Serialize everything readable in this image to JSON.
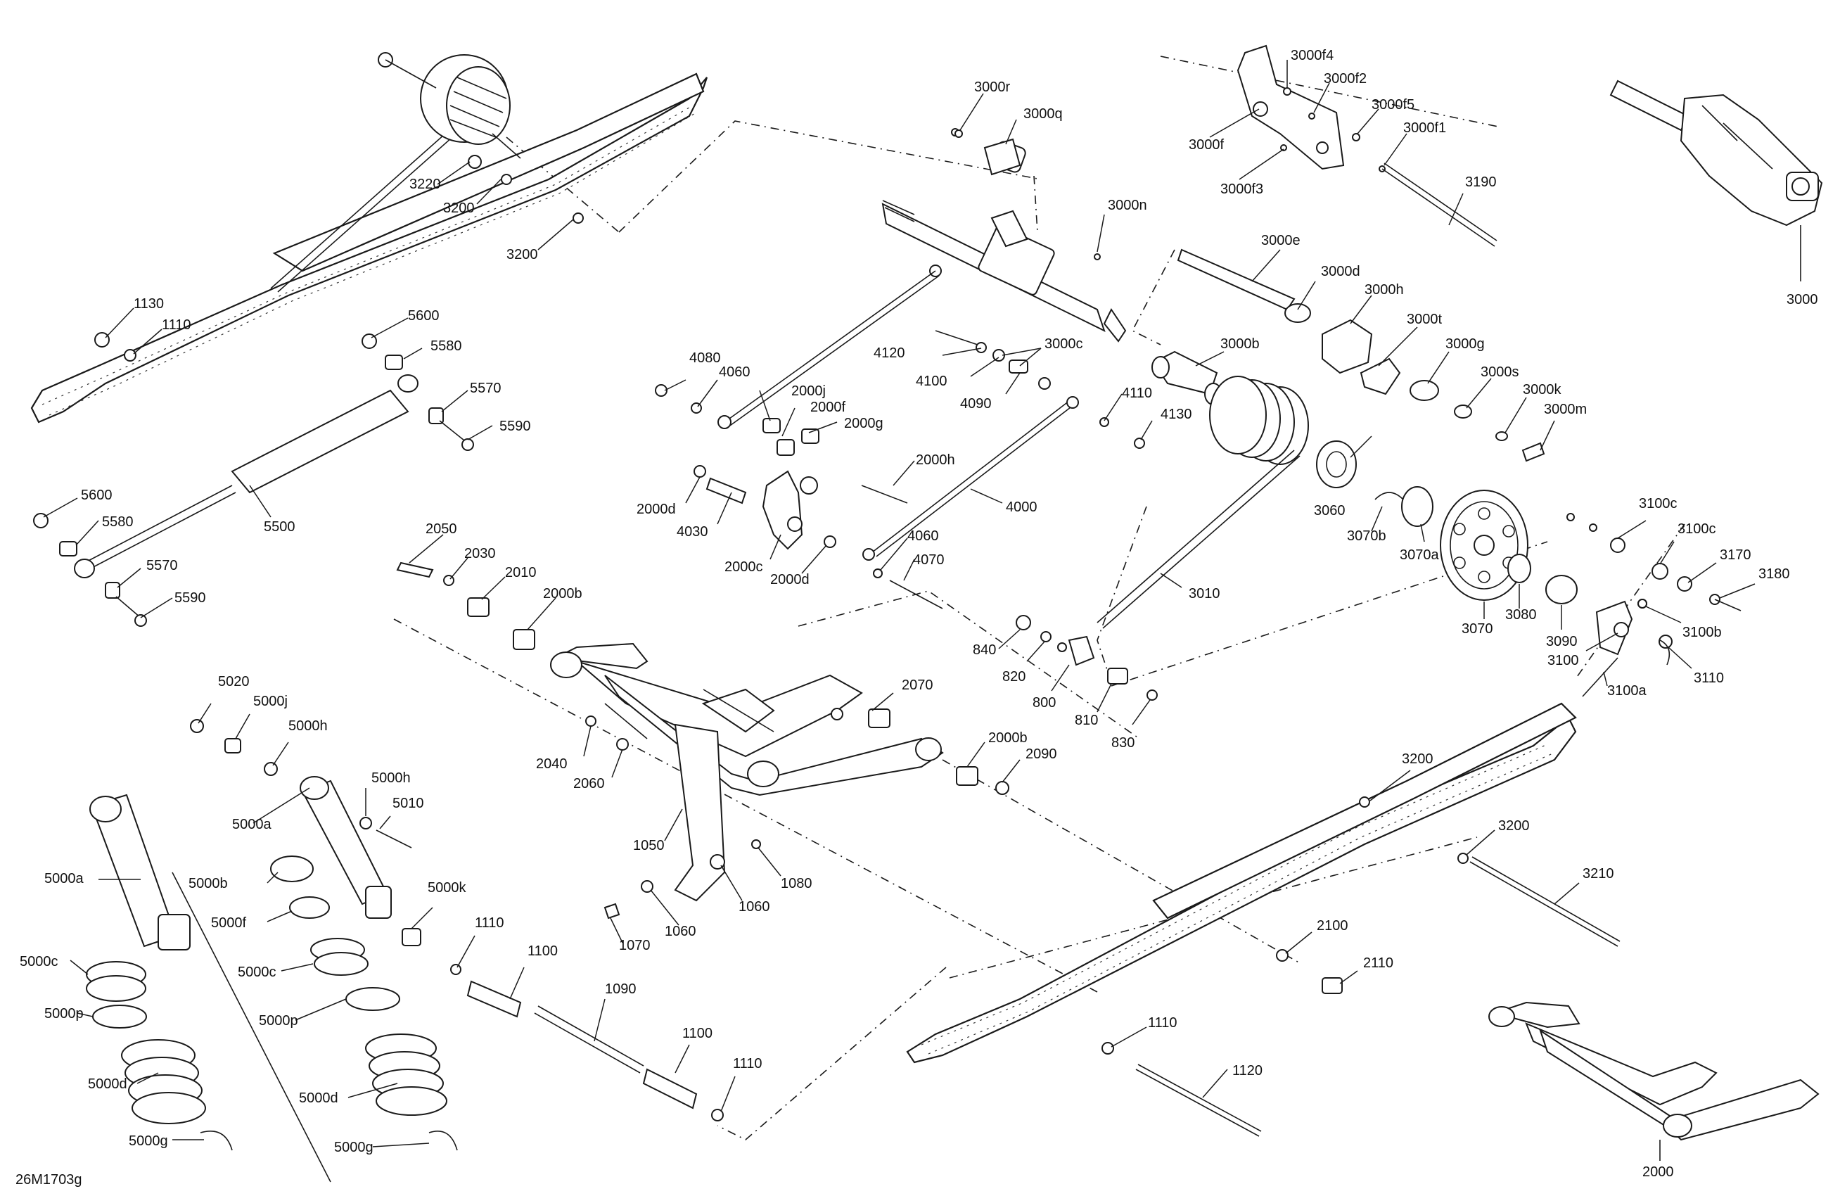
{
  "diagram": {
    "code": "26M1703g",
    "callouts": [
      {
        "id": "c3220",
        "text": "3220"
      },
      {
        "id": "c3200a",
        "text": "3200"
      },
      {
        "id": "c3200b",
        "text": "3200"
      },
      {
        "id": "c1130",
        "text": "1130"
      },
      {
        "id": "c1110a",
        "text": "1110"
      },
      {
        "id": "c5600a",
        "text": "5600"
      },
      {
        "id": "c5580a",
        "text": "5580"
      },
      {
        "id": "c5570a",
        "text": "5570"
      },
      {
        "id": "c5590a",
        "text": "5590"
      },
      {
        "id": "c5500",
        "text": "5500"
      },
      {
        "id": "c5600b",
        "text": "5600"
      },
      {
        "id": "c5580b",
        "text": "5580"
      },
      {
        "id": "c5570b",
        "text": "5570"
      },
      {
        "id": "c5590b",
        "text": "5590"
      },
      {
        "id": "c3000r",
        "text": "3000r"
      },
      {
        "id": "c3000q",
        "text": "3000q"
      },
      {
        "id": "c3000n",
        "text": "3000n"
      },
      {
        "id": "c3000f4",
        "text": "3000f4"
      },
      {
        "id": "c3000f2",
        "text": "3000f2"
      },
      {
        "id": "c3000f5",
        "text": "3000f5"
      },
      {
        "id": "c3000f1",
        "text": "3000f1"
      },
      {
        "id": "c3000f",
        "text": "3000f"
      },
      {
        "id": "c3000f3",
        "text": "3000f3"
      },
      {
        "id": "c3190",
        "text": "3190"
      },
      {
        "id": "c3000",
        "text": "3000"
      },
      {
        "id": "c3000e",
        "text": "3000e"
      },
      {
        "id": "c3000d",
        "text": "3000d"
      },
      {
        "id": "c3000h",
        "text": "3000h"
      },
      {
        "id": "c3000t",
        "text": "3000t"
      },
      {
        "id": "c3000g",
        "text": "3000g"
      },
      {
        "id": "c3000s",
        "text": "3000s"
      },
      {
        "id": "c3000k",
        "text": "3000k"
      },
      {
        "id": "c3000m",
        "text": "3000m"
      },
      {
        "id": "c3000b",
        "text": "3000b"
      },
      {
        "id": "c3000c",
        "text": "3000c"
      },
      {
        "id": "c4120",
        "text": "4120"
      },
      {
        "id": "c4100",
        "text": "4100"
      },
      {
        "id": "c4090",
        "text": "4090"
      },
      {
        "id": "c4110",
        "text": "4110"
      },
      {
        "id": "c4130",
        "text": "4130"
      },
      {
        "id": "c4080",
        "text": "4080"
      },
      {
        "id": "c4060a",
        "text": "4060"
      },
      {
        "id": "c2000j",
        "text": "2000j"
      },
      {
        "id": "c2000f",
        "text": "2000f"
      },
      {
        "id": "c2000g",
        "text": "2000g"
      },
      {
        "id": "c2000h",
        "text": "2000h"
      },
      {
        "id": "c2000d1",
        "text": "2000d"
      },
      {
        "id": "c4030",
        "text": "4030"
      },
      {
        "id": "c2000c",
        "text": "2000c"
      },
      {
        "id": "c2000d2",
        "text": "2000d"
      },
      {
        "id": "c4000",
        "text": "4000"
      },
      {
        "id": "c4060b",
        "text": "4060"
      },
      {
        "id": "c4070",
        "text": "4070"
      },
      {
        "id": "c3060",
        "text": "3060"
      },
      {
        "id": "c3070b",
        "text": "3070b"
      },
      {
        "id": "c3070a",
        "text": "3070a"
      },
      {
        "id": "c3070",
        "text": "3070"
      },
      {
        "id": "c3010",
        "text": "3010"
      },
      {
        "id": "c3080",
        "text": "3080"
      },
      {
        "id": "c3090",
        "text": "3090"
      },
      {
        "id": "c3100c1",
        "text": "3100c"
      },
      {
        "id": "c3100c2",
        "text": "3100c"
      },
      {
        "id": "c3170",
        "text": "3170"
      },
      {
        "id": "c3180",
        "text": "3180"
      },
      {
        "id": "c3100b",
        "text": "3100b"
      },
      {
        "id": "c3100",
        "text": "3100"
      },
      {
        "id": "c3110",
        "text": "3110"
      },
      {
        "id": "c3100a",
        "text": "3100a"
      },
      {
        "id": "c840",
        "text": "840"
      },
      {
        "id": "c820",
        "text": "820"
      },
      {
        "id": "c800",
        "text": "800"
      },
      {
        "id": "c810",
        "text": "810"
      },
      {
        "id": "c830",
        "text": "830"
      },
      {
        "id": "c2050",
        "text": "2050"
      },
      {
        "id": "c2030",
        "text": "2030"
      },
      {
        "id": "c2010",
        "text": "2010"
      },
      {
        "id": "c2000b1",
        "text": "2000b"
      },
      {
        "id": "c2070",
        "text": "2070"
      },
      {
        "id": "c2040",
        "text": "2040"
      },
      {
        "id": "c2060",
        "text": "2060"
      },
      {
        "id": "c2000b2",
        "text": "2000b"
      },
      {
        "id": "c2090",
        "text": "2090"
      },
      {
        "id": "c1050",
        "text": "1050"
      },
      {
        "id": "c1080",
        "text": "1080"
      },
      {
        "id": "c1060a",
        "text": "1060"
      },
      {
        "id": "c1060b",
        "text": "1060"
      },
      {
        "id": "c1070",
        "text": "1070"
      },
      {
        "id": "c5020",
        "text": "5020"
      },
      {
        "id": "c5000j",
        "text": "5000j"
      },
      {
        "id": "c5000h1",
        "text": "5000h"
      },
      {
        "id": "c5000h2",
        "text": "5000h"
      },
      {
        "id": "c5010",
        "text": "5010"
      },
      {
        "id": "c5000a1",
        "text": "5000a"
      },
      {
        "id": "c5000a2",
        "text": "5000a"
      },
      {
        "id": "c5000b",
        "text": "5000b"
      },
      {
        "id": "c5000f",
        "text": "5000f"
      },
      {
        "id": "c5000k",
        "text": "5000k"
      },
      {
        "id": "c5000c1",
        "text": "5000c"
      },
      {
        "id": "c5000c2",
        "text": "5000c"
      },
      {
        "id": "c5000p1",
        "text": "5000p"
      },
      {
        "id": "c5000p2",
        "text": "5000p"
      },
      {
        "id": "c5000d1",
        "text": "5000d"
      },
      {
        "id": "c5000d2",
        "text": "5000d"
      },
      {
        "id": "c5000g1",
        "text": "5000g"
      },
      {
        "id": "c5000g2",
        "text": "5000g"
      },
      {
        "id": "c1110b",
        "text": "1110"
      },
      {
        "id": "c1100a",
        "text": "1100"
      },
      {
        "id": "c1090",
        "text": "1090"
      },
      {
        "id": "c1100b",
        "text": "1100"
      },
      {
        "id": "c1110c",
        "text": "1110"
      },
      {
        "id": "c3200c",
        "text": "3200"
      },
      {
        "id": "c3200d",
        "text": "3200"
      },
      {
        "id": "c3210",
        "text": "3210"
      },
      {
        "id": "c2100",
        "text": "2100"
      },
      {
        "id": "c2110",
        "text": "2110"
      },
      {
        "id": "c1110d",
        "text": "1110"
      },
      {
        "id": "c1120",
        "text": "1120"
      },
      {
        "id": "c2000",
        "text": "2000"
      }
    ]
  }
}
